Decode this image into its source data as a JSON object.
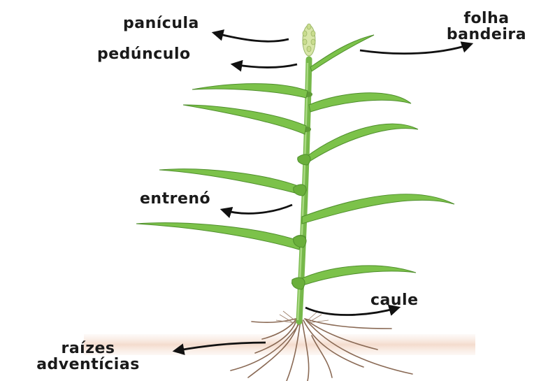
{
  "diagram": {
    "labels": {
      "panicula": "panícula",
      "peduncle": "pedúnculo",
      "flag_leaf_line1": "folha",
      "flag_leaf_line2": "bandeira",
      "internode": "entrenó",
      "stem": "caule",
      "roots_line1": "raízes",
      "roots_line2": "adventícias"
    },
    "colors": {
      "leaf": "#7cc24a",
      "leaf_dark": "#4f8f2c",
      "stem": "#76b84a",
      "root": "#8a6a55",
      "soil": "#f3dccf",
      "arrow": "#111111",
      "text": "#1a1a1a"
    }
  }
}
